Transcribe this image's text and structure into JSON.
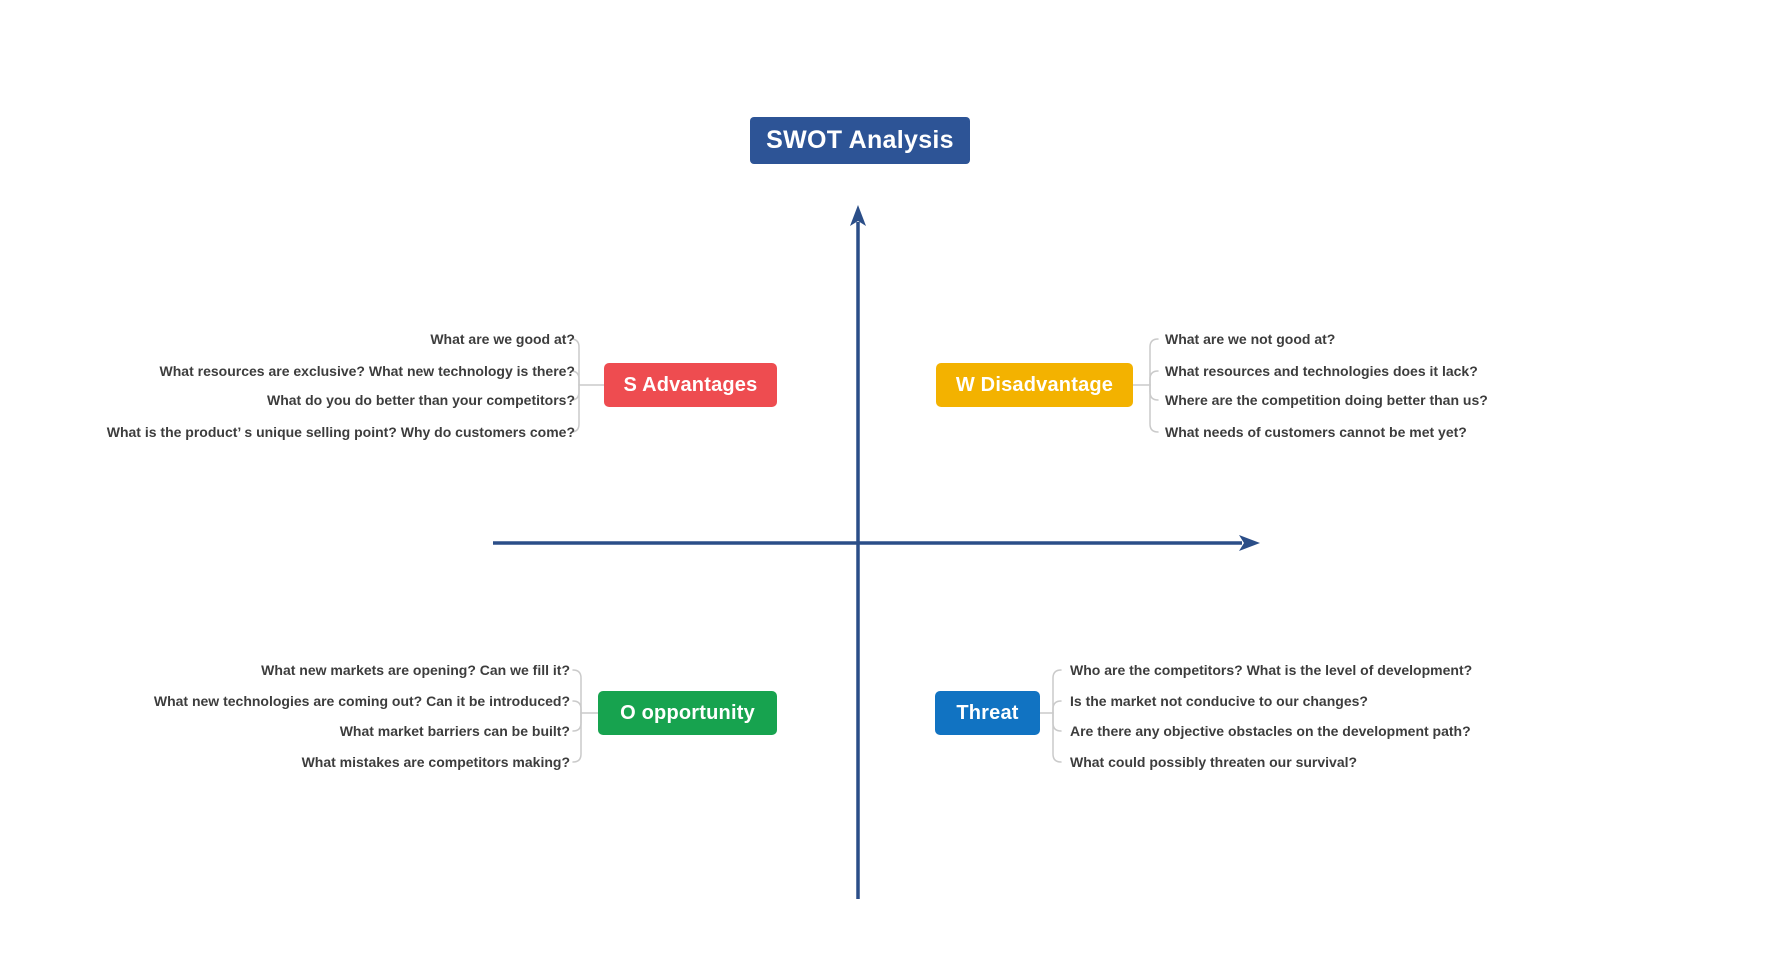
{
  "title": "SWOT Analysis",
  "colors": {
    "title_bg": "#2d5496",
    "axis": "#2b4e88",
    "connector": "#cacaca",
    "item_text": "#3d3d3d",
    "strengths": "#ee4c50",
    "weaknesses": "#f3b200",
    "opportunities": "#17a34f",
    "threats": "#1173c2"
  },
  "quadrants": {
    "strengths": {
      "label": "S Advantages",
      "color": "#ee4c50",
      "items": [
        "What are we good at?",
        "What resources are exclusive? What new technology is there?",
        "What do you do better than your competitors?",
        "What is the product’ s unique selling point? Why do customers come?"
      ]
    },
    "weaknesses": {
      "label": "W Disadvantage",
      "color": "#f3b200",
      "items": [
        "What are we not good at?",
        "What resources and technologies does it lack?",
        "Where are the competition doing better than us?",
        "What needs of customers cannot be met yet?"
      ]
    },
    "opportunities": {
      "label": "O opportunity",
      "color": "#17a34f",
      "items": [
        "What new markets are opening? Can we fill it?",
        "What new technologies are coming out? Can it be introduced?",
        "What market barriers can be built?",
        "What mistakes are competitors making?"
      ]
    },
    "threats": {
      "label": "Threat",
      "color": "#1173c2",
      "items": [
        "Who are the competitors? What is the level of development?",
        "Is the market not conducive to our changes?",
        "Are there any objective obstacles on the development path?",
        "What could possibly threaten our survival?"
      ]
    }
  }
}
